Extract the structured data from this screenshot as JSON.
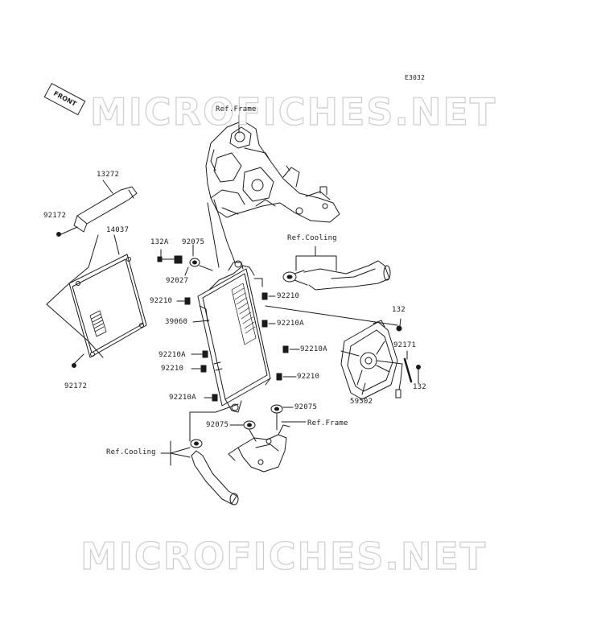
{
  "diagram": {
    "code": "E3032",
    "watermark": "MICROFICHES.NET",
    "front": "FRONT",
    "refs": {
      "frame_top": "Ref.Frame",
      "cooling_top": "Ref.Cooling",
      "frame_bottom": "Ref.Frame",
      "cooling_bottom": "Ref.Cooling"
    },
    "parts": {
      "p13272": "13272",
      "p92172a": "92172",
      "p14037": "14037",
      "p92172b": "92172",
      "p132A": "132A",
      "p92075a": "92075",
      "p92027": "92027",
      "p92210a": "92210",
      "p92210b": "92210",
      "p39060": "39060",
      "p92210Aa": "92210A",
      "p92210Ab": "92210A",
      "p92210Ac": "92210A",
      "p92210c": "92210",
      "p92210d": "92210",
      "p92210Ad": "92210A",
      "p132a": "132",
      "p92171": "92171",
      "p132b": "132",
      "p59502": "59502",
      "p92075b": "92075",
      "p92075c": "92075"
    }
  }
}
